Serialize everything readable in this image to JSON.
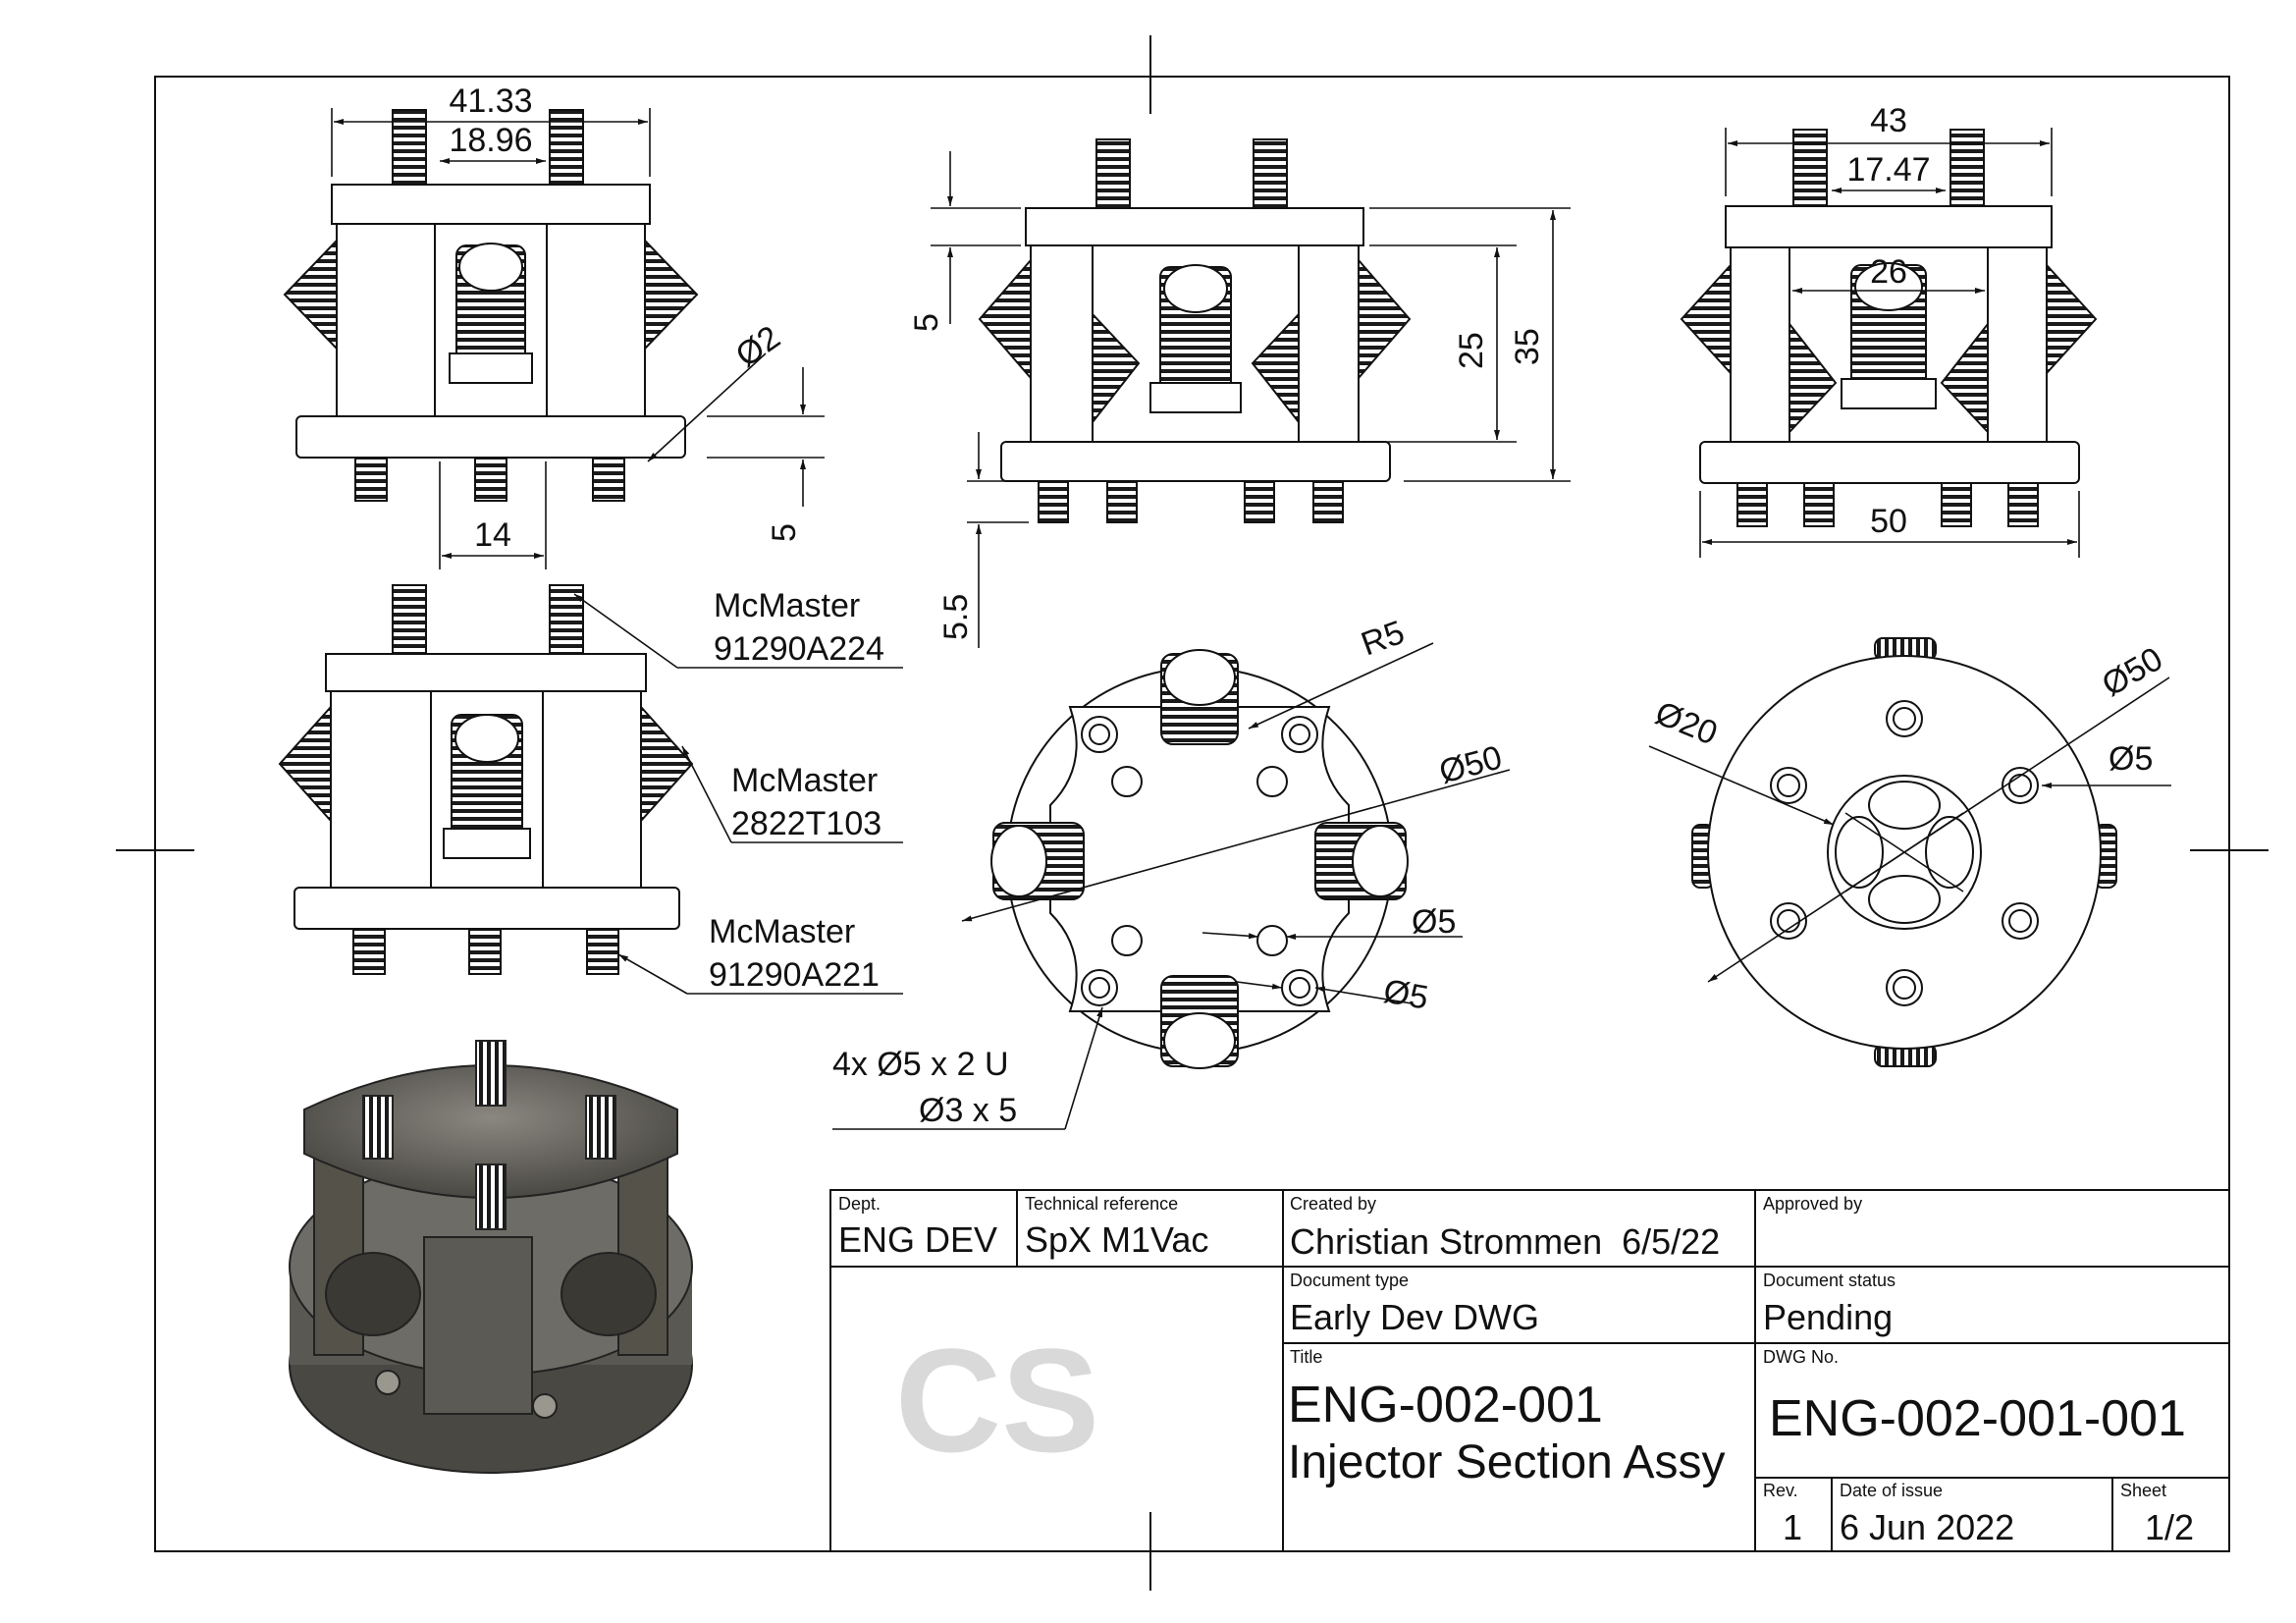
{
  "views": {
    "front": {
      "dim_width": "41.33",
      "dim_inner": "18.96",
      "dim_hole": "Ø2",
      "dim_height": "5",
      "dim_spacing": "14"
    },
    "side": {
      "dim_top": "5",
      "dim_inner": "25",
      "dim_total": "35",
      "dim_bottom": "5.5"
    },
    "right": {
      "dim_width": "43",
      "dim_inner": "17.47",
      "dim_center": "26",
      "dim_base": "50"
    },
    "top": {
      "dim_radius": "R5",
      "dim_dia": "Ø50",
      "dim_hole_a": "Ø5",
      "dim_hole_b": "Ø5",
      "note_line1": "4x Ø5 x 2 U",
      "note_line2": "Ø3 x 5"
    },
    "bottom": {
      "dim_center": "Ø20",
      "dim_dia": "Ø50",
      "dim_hole": "Ø5"
    }
  },
  "callouts": [
    {
      "line1": "McMaster",
      "line2": "91290A224"
    },
    {
      "line1": "McMaster",
      "line2": "2822T103"
    },
    {
      "line1": "McMaster",
      "line2": "91290A221"
    }
  ],
  "title_block": {
    "dept_label": "Dept.",
    "dept": "ENG DEV",
    "tech_label": "Technical reference",
    "tech": "SpX M1Vac",
    "created_label": "Created by",
    "created": "Christian Strommen  6/5/22",
    "approved_label": "Approved by",
    "doctype_label": "Document type",
    "doctype": "Early Dev DWG",
    "status_label": "Document status",
    "status": "Pending",
    "title_label": "Title",
    "title_line1": "ENG-002-001",
    "title_line2": "Injector Section Assy",
    "dwg_label": "DWG No.",
    "dwg": "ENG-002-001-001",
    "rev_label": "Rev.",
    "rev": "1",
    "date_label": "Date of issue",
    "date": "6 Jun 2022",
    "sheet_label": "Sheet",
    "sheet": "1/2",
    "logo": "CS"
  }
}
